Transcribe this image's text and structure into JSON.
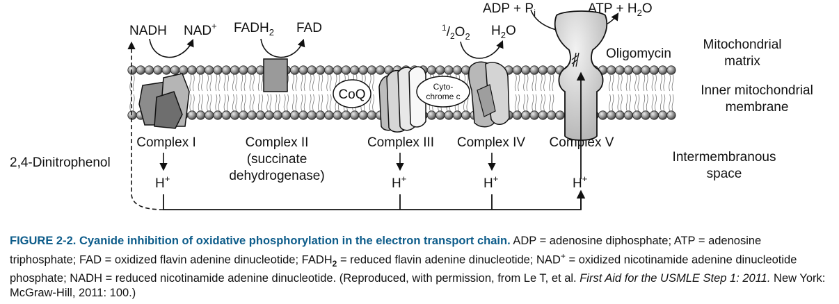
{
  "diagram": {
    "molecules": {
      "nadh": "NADH",
      "nad": "NAD",
      "nad_sup": "+",
      "fadh": "FADH",
      "fadh_sub": "2",
      "fad": "FAD",
      "half": "1",
      "half_den": "2",
      "o2": "O",
      "o2_sub": "2",
      "h2o_h": "H",
      "h2o_sub": "2",
      "h2o_o": "O",
      "adp_pi": "ADP + P",
      "pi_sub": "i",
      "atp_h2o": "ATP + H",
      "atp_h2o_sub": "2",
      "atp_h2o_o": "O"
    },
    "carriers": {
      "coq": "CoQ",
      "cyto_line1": "Cyto-",
      "cyto_line2": "chrome c"
    },
    "complexes": {
      "c1": "Complex I",
      "c2_line1": "Complex II",
      "c2_line2": "(succinate",
      "c2_line3": "dehydrogenase)",
      "c3": "Complex III",
      "c4": "Complex IV",
      "c5": "Complex V"
    },
    "protons": {
      "h": "H",
      "sup": "+"
    },
    "inhibitors": {
      "oligomycin": "Oligomycin",
      "dnp": "2,4-Dinitrophenol"
    },
    "regions": {
      "matrix_line1": "Mitochondrial",
      "matrix_line2": "matrix",
      "inner_line1": "Inner mitochondrial",
      "inner_line2": "membrane",
      "inter_line1": "Intermembranous",
      "inter_line2": "space"
    }
  },
  "caption": {
    "figure_number": "FIGURE 2-2.",
    "title": "Cyanide inhibition of oxidative phosphorylation in the electron transport chain.",
    "body_1": "ADP = adenosine diphosphate; ATP = adenosine triphosphate; FAD = oxidized flavin adenine dinucleotide; FADH",
    "body_1_sub": "2",
    "body_2": "= reduced flavin adenine dinucleotide; NAD",
    "body_2_sup": "+",
    "body_3": "= oxidized nicotinamide adenine dinucleotide phosphate; NADH = reduced nicotinamide adenine dinucleotide. (Reproduced, with permission, from Le T, et al.",
    "source_title": "First Aid for the USMLE Step 1: 2011.",
    "body_4": "New York: McGraw-Hill, 2011: 100.)"
  },
  "colors": {
    "caption_title": "#0d5c8a",
    "membrane_head_light": "#eeeeee",
    "membrane_head_dark": "#444444",
    "complex_gray": "#8c8c8c",
    "complex_light": "#d9d9d9"
  }
}
